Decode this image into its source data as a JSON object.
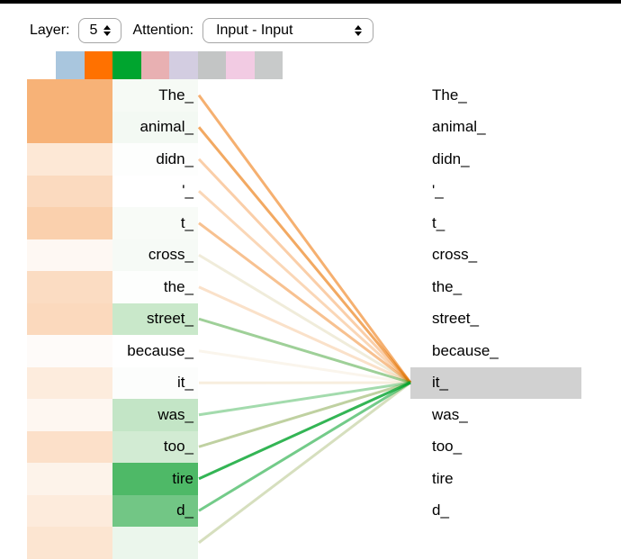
{
  "controls": {
    "layer_label": "Layer:",
    "layer_value": "5",
    "attention_label": "Attention:",
    "attention_value": "Input - Input"
  },
  "palette": {
    "swatches": [
      {
        "name": "head-1",
        "color": "#a9c6de"
      },
      {
        "name": "head-2",
        "color": "#ff7100"
      },
      {
        "name": "head-3",
        "color": "#00a52f"
      },
      {
        "name": "head-4",
        "color": "#e8b0b2"
      },
      {
        "name": "head-5",
        "color": "#d3cde1"
      },
      {
        "name": "head-6",
        "color": "#c3c5c5"
      },
      {
        "name": "head-7",
        "color": "#f2cbe3"
      },
      {
        "name": "head-8",
        "color": "#c8caca"
      }
    ]
  },
  "heads": {
    "orange": "#ff7100",
    "green": "#00a52f"
  },
  "highlight": {
    "token": "it_",
    "row_index": 9,
    "color": "#d1d1d1"
  },
  "left_tokens": [
    {
      "label": "The_",
      "left_cell": "#f7b277",
      "text_cell": "#f6faf5",
      "orange_line": 0.55,
      "green_line": 0.04
    },
    {
      "label": "animal_",
      "left_cell": "#f7b277",
      "text_cell": "#f3f9f3",
      "orange_line": 0.6,
      "green_line": 0.05
    },
    {
      "label": "didn_",
      "left_cell": "#fde8d6",
      "text_cell": "#fdfefd",
      "orange_line": 0.33,
      "green_line": 0.02
    },
    {
      "label": "'_",
      "left_cell": "#fbdabf",
      "text_cell": "#ffffff",
      "orange_line": 0.27,
      "green_line": 0.02
    },
    {
      "label": "t_",
      "left_cell": "#fad0ad",
      "text_cell": "#f8fbf7",
      "orange_line": 0.42,
      "green_line": 0.03
    },
    {
      "label": "cross_",
      "left_cell": "#fef8f3",
      "text_cell": "#f6faf6",
      "orange_line": 0.1,
      "green_line": 0.06
    },
    {
      "label": "the_",
      "left_cell": "#fbdcc2",
      "text_cell": "#fdfefd",
      "orange_line": 0.2,
      "green_line": 0.02
    },
    {
      "label": "street_",
      "left_cell": "#fbd9bd",
      "text_cell": "#c9e8ca",
      "orange_line": 0.15,
      "green_line": 0.38
    },
    {
      "label": "because_",
      "left_cell": "#fefbf9",
      "text_cell": "#ffffff",
      "orange_line": 0.06,
      "green_line": 0.02
    },
    {
      "label": "it_",
      "left_cell": "#fdecdd",
      "text_cell": "#fcfdfc",
      "orange_line": 0.1,
      "green_line": 0.03
    },
    {
      "label": "was_",
      "left_cell": "#fef7f1",
      "text_cell": "#c3e5c6",
      "orange_line": 0.04,
      "green_line": 0.36
    },
    {
      "label": "too_",
      "left_cell": "#fce0c9",
      "text_cell": "#d2ebd3",
      "orange_line": 0.22,
      "green_line": 0.25
    },
    {
      "label": "tire",
      "left_cell": "#fdf3ea",
      "text_cell": "#4eb967",
      "orange_line": 0.08,
      "green_line": 0.8
    },
    {
      "label": "d_",
      "left_cell": "#fdebdc",
      "text_cell": "#72c685",
      "orange_line": 0.04,
      "green_line": 0.55
    },
    {
      "label": "",
      "left_cell": "#fce5d1",
      "text_cell": "#ebf6ec",
      "orange_line": 0.15,
      "green_line": 0.16
    }
  ],
  "right_tokens": [
    "The_",
    "animal_",
    "didn_",
    "'_",
    "t_",
    "cross_",
    "the_",
    "street_",
    "because_",
    "it_",
    "was_",
    "too_",
    "tire",
    "d_"
  ]
}
